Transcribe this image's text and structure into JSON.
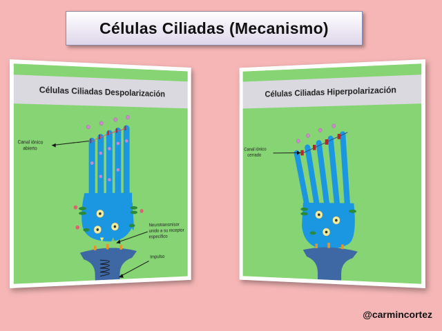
{
  "title": "Células Ciliadas (Mecanismo)",
  "left_panel": {
    "title": "Células Ciliadas Despolarización",
    "label_channel_line1": "Canal iónico",
    "label_channel_line2": "abierto",
    "label_nt_line1": "Neurotransmisor",
    "label_nt_line2": "unido a su receptor",
    "label_nt_line3": "específico",
    "label_impulse": "Impulso"
  },
  "right_panel": {
    "title": "Células Ciliadas Hiperpolarización",
    "label_channel_line1": "Canal iónico",
    "label_channel_line2": "cerrado"
  },
  "credit": "@carmincortez",
  "colors": {
    "background": "#f6b6b6",
    "panel": "#86d474",
    "header": "#d9d9df",
    "cell": "#1a97e0",
    "neuron": "#3e68a4",
    "channel": "#b3262c",
    "ion": "#cc88cc",
    "vesicle": "#f2eea0",
    "receptor": "#e8922e"
  }
}
